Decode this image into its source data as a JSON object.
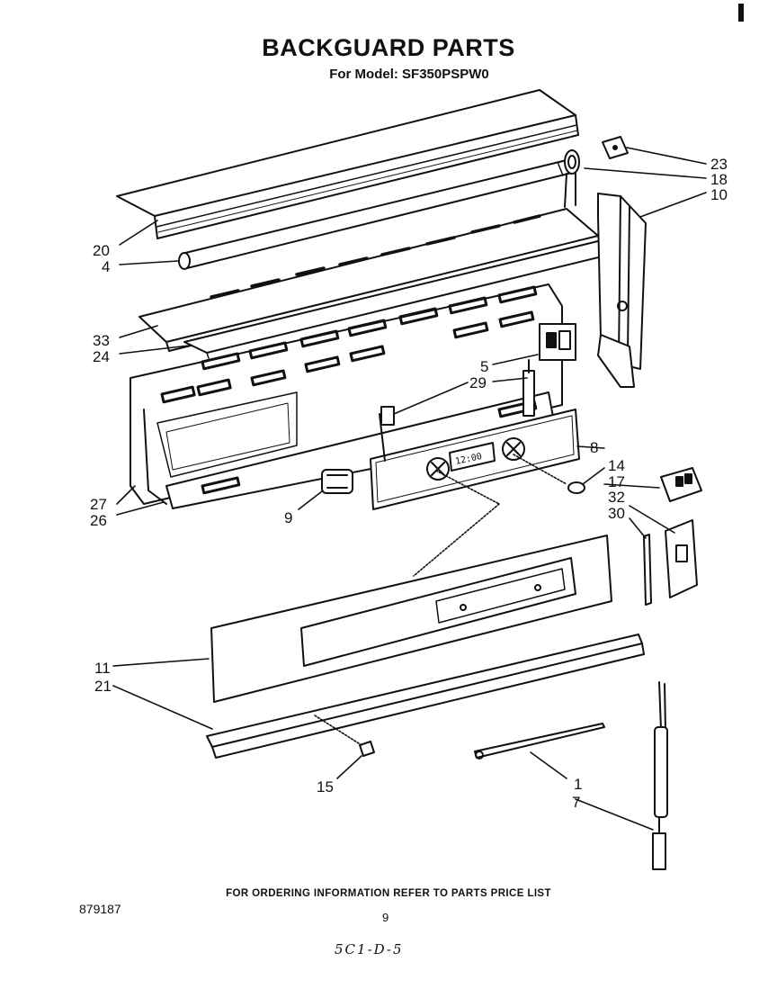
{
  "header": {
    "title": "BACKGUARD PARTS",
    "subtitle": "For Model: SF350PSPW0"
  },
  "display_readout": "12:00",
  "callouts": {
    "c20": "20",
    "c4": "4",
    "c33": "33",
    "c24": "24",
    "c27": "27",
    "c26": "26",
    "c9": "9",
    "c23": "23",
    "c18": "18",
    "c10": "10",
    "c5": "5",
    "c29": "29",
    "c8": "8",
    "c14": "14",
    "c17": "17",
    "c32": "32",
    "c30": "30",
    "c11": "11",
    "c21": "21",
    "c15": "15",
    "c1": "1",
    "c7": "7"
  },
  "footer": {
    "ordering_note": "FOR ORDERING INFORMATION REFER TO PARTS PRICE LIST",
    "document_number": "879187",
    "page_number": "9",
    "handwritten": "5C1-D-5"
  }
}
